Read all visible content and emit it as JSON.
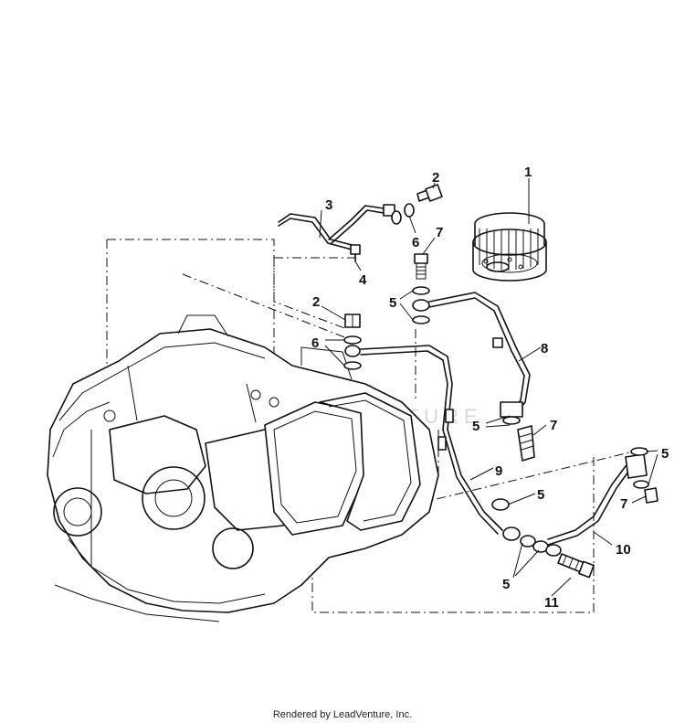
{
  "watermark": "LEADVENTURE",
  "credit": "Rendered by LeadVenture, Inc.",
  "callouts": {
    "c1": "1",
    "c2a": "2",
    "c2b": "2",
    "c3": "3",
    "c4": "4",
    "c5a": "5",
    "c5b": "5",
    "c5c": "5",
    "c5d": "5",
    "c5e": "5",
    "c6a": "6",
    "c6b": "6",
    "c7a": "7",
    "c7b": "7",
    "c7c": "7",
    "c8": "8",
    "c9": "9",
    "c10": "10",
    "c11": "11"
  }
}
